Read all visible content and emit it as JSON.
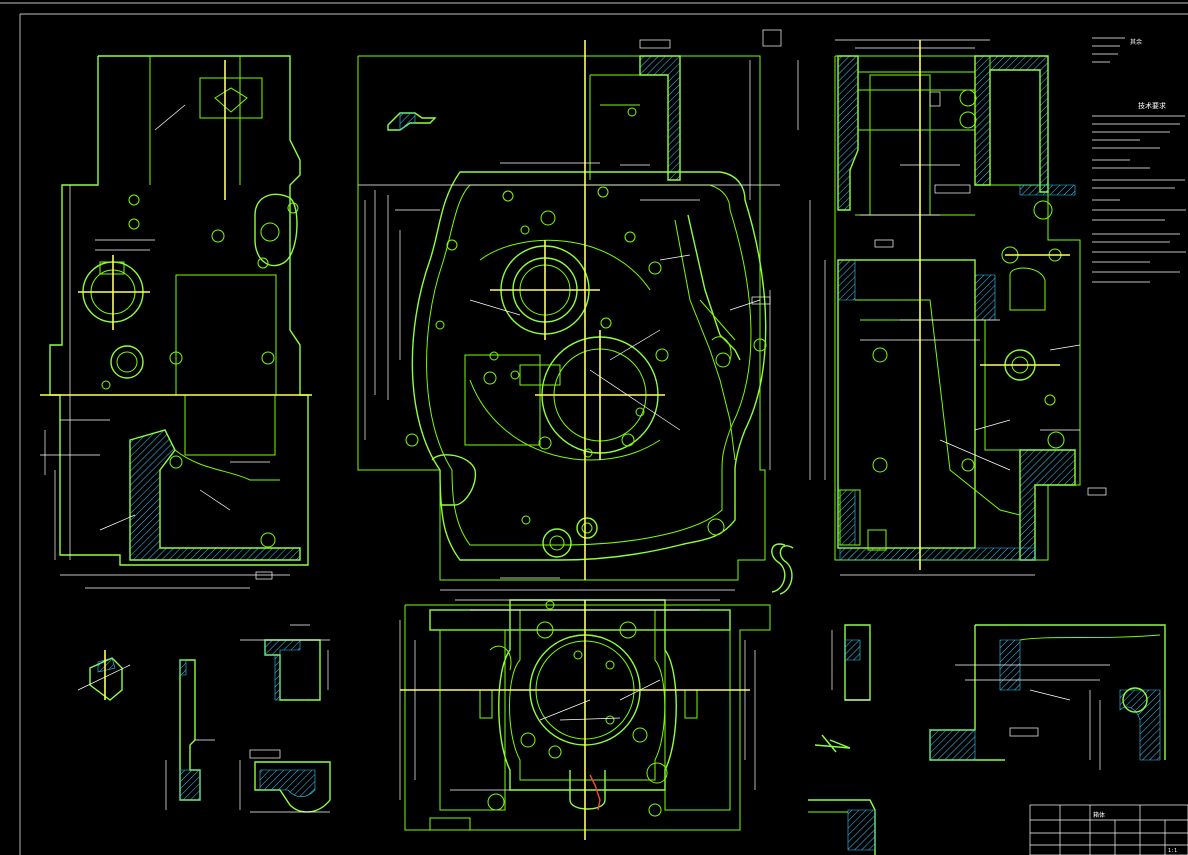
{
  "drawing": {
    "background": "#000000",
    "outline_color": "#7CFC00",
    "dimension_color": "#ffffff",
    "hatch_color": "#33ccff",
    "centerline_color": "#ffff55",
    "accent_color": "#ff4040"
  },
  "tech_requirements": {
    "heading": "技术要求"
  },
  "title_block": {
    "part_name": "箱体",
    "scale": "1:1"
  },
  "corner_note": "其余"
}
